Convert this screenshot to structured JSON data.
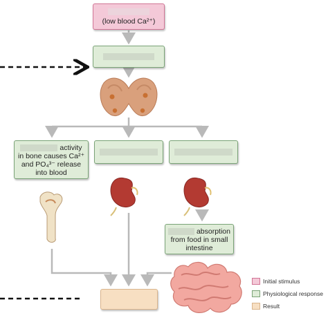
{
  "stimulus": {
    "text": "(low blood Ca²⁺)"
  },
  "effects": {
    "bone": {
      "line1": "activity",
      "line2": "in bone causes Ca²⁺",
      "line3": "and PO₄³⁻ release",
      "line4": "into blood"
    },
    "intestine": {
      "line1": "absorption",
      "line2": "from food in small",
      "line3": "intestine"
    }
  },
  "legend": [
    {
      "label": "Initial stimulus",
      "color": "#f4c9d8"
    },
    {
      "label": "Physiological response",
      "color": "#dfecd8"
    },
    {
      "label": "Result",
      "color": "#f7dfc2"
    }
  ],
  "colors": {
    "arrow_gray": "#b9b9b9",
    "box_green": "#dfecd8",
    "box_pink": "#f4c9d8",
    "box_tan": "#f7dfc2"
  }
}
